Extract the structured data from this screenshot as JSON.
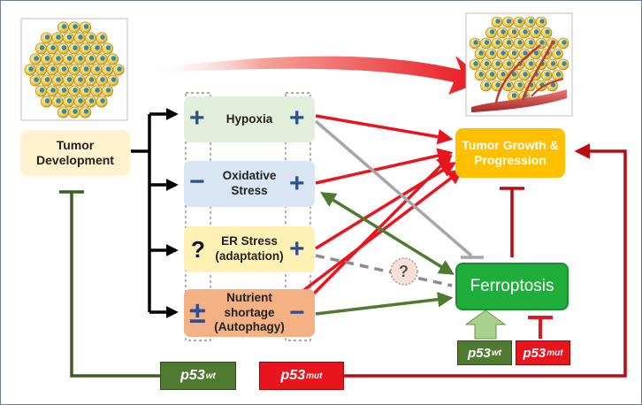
{
  "labels": {
    "tumor_development": "Tumor Development",
    "hypoxia": "Hypoxia",
    "oxidative_stress": "Oxidative Stress",
    "er_stress": "ER Stress (adaptation)",
    "nutrient_shortage": "Nutrient shortage (Autophagy)",
    "tumor_growth": "Tumor Growth & Progression",
    "ferroptosis": "Ferroptosis",
    "question": "?"
  },
  "signs": {
    "hypoxia_wt": "+",
    "hypoxia_mut": "+",
    "oxidative_wt": "−",
    "oxidative_mut": "+",
    "er_wt": "?",
    "er_mut": "+",
    "nutrient_wt": "±",
    "nutrient_mut": "−"
  },
  "p53": {
    "base": "p53",
    "wt": "wt",
    "mut": "mut"
  },
  "colors": {
    "activation_red": "#e8141e",
    "dark_red": "#c0070f",
    "green": "#4f7a30",
    "grey": "#a6a6a6",
    "hypoxia_bg": "#e2efda",
    "oxidative_bg": "#dae6f3",
    "er_bg": "#fff0b3",
    "nutrient_bg": "#f4b184",
    "tumor_dev_bg": "#fff2cc",
    "tumor_growth_bg": "#ffc000",
    "ferroptosis_bg": "#1fae3c",
    "sign_blue": "#2f4f8f"
  }
}
